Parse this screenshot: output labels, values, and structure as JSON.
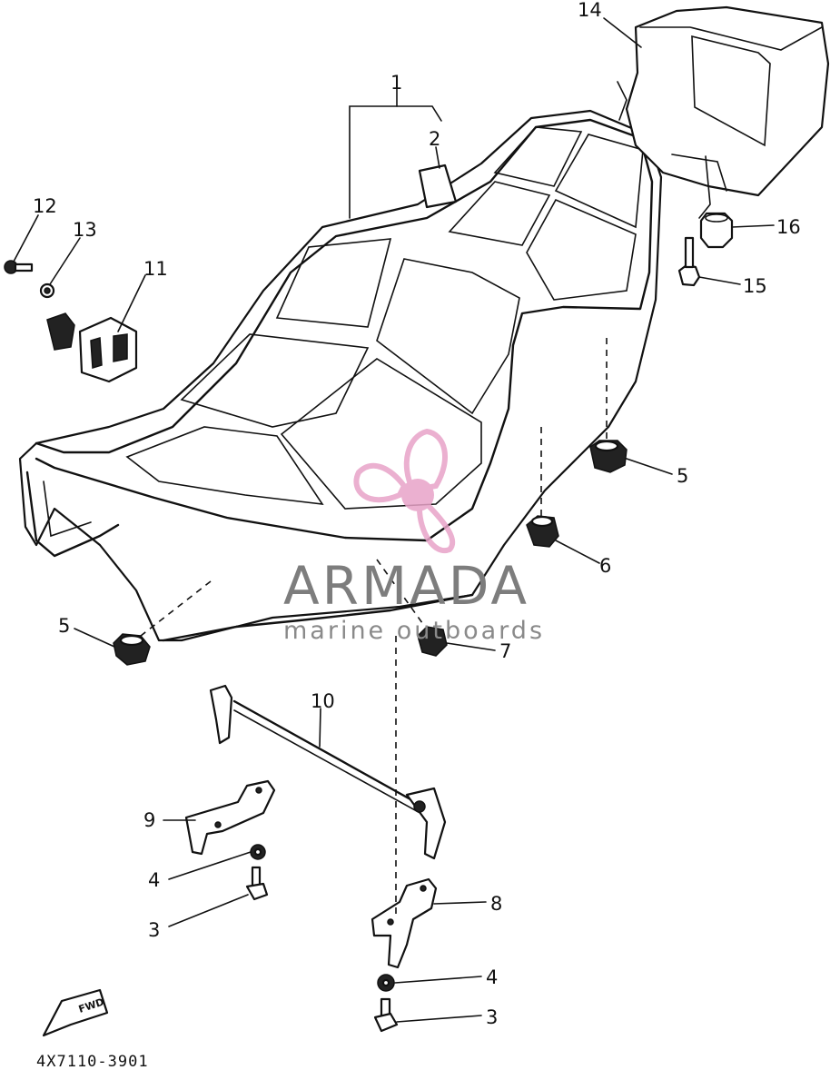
{
  "callouts": {
    "c1": "1",
    "c2": "2",
    "c3a": "3",
    "c3b": "3",
    "c4a": "4",
    "c4b": "4",
    "c5a": "5",
    "c5b": "5",
    "c6": "6",
    "c7": "7",
    "c8": "8",
    "c9": "9",
    "c10": "10",
    "c11": "11",
    "c12": "12",
    "c13": "13",
    "c14": "14",
    "c15": "15",
    "c16": "16"
  },
  "diagram_code": "4X7110-3901",
  "fwd_label": "FWD",
  "watermark": {
    "brand": "ARMADA",
    "tagline": "marine outboards",
    "icon": "propeller-logo",
    "color": "#e8a3c8"
  }
}
